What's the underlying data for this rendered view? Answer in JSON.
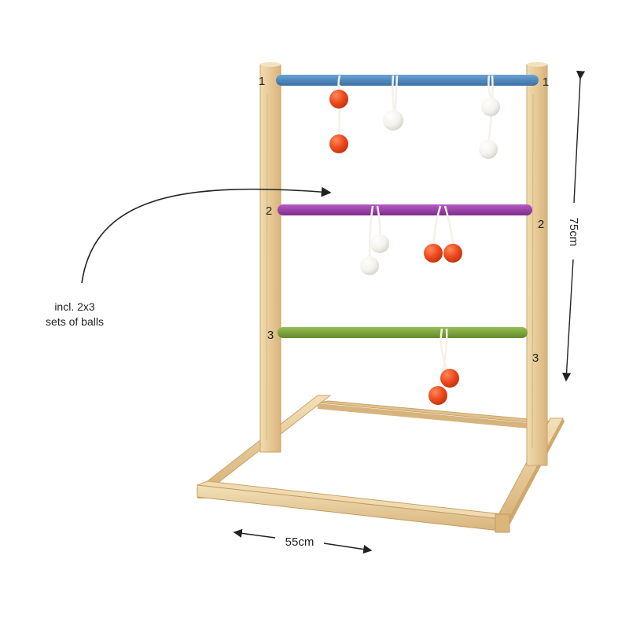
{
  "product": {
    "rungs": [
      {
        "number": "1",
        "color": "#4a86bf"
      },
      {
        "number": "2",
        "color": "#9a3ca8"
      },
      {
        "number": "3",
        "color": "#7aa23a"
      }
    ],
    "ball_colors": {
      "orange": "#ee4a1f",
      "white": "#f4f2ec"
    },
    "wood_color": "#e8cc98",
    "annotation_line1": "incl. 2x3",
    "annotation_line2": "sets of balls",
    "height_dimension": "75cm",
    "width_dimension": "55cm"
  }
}
